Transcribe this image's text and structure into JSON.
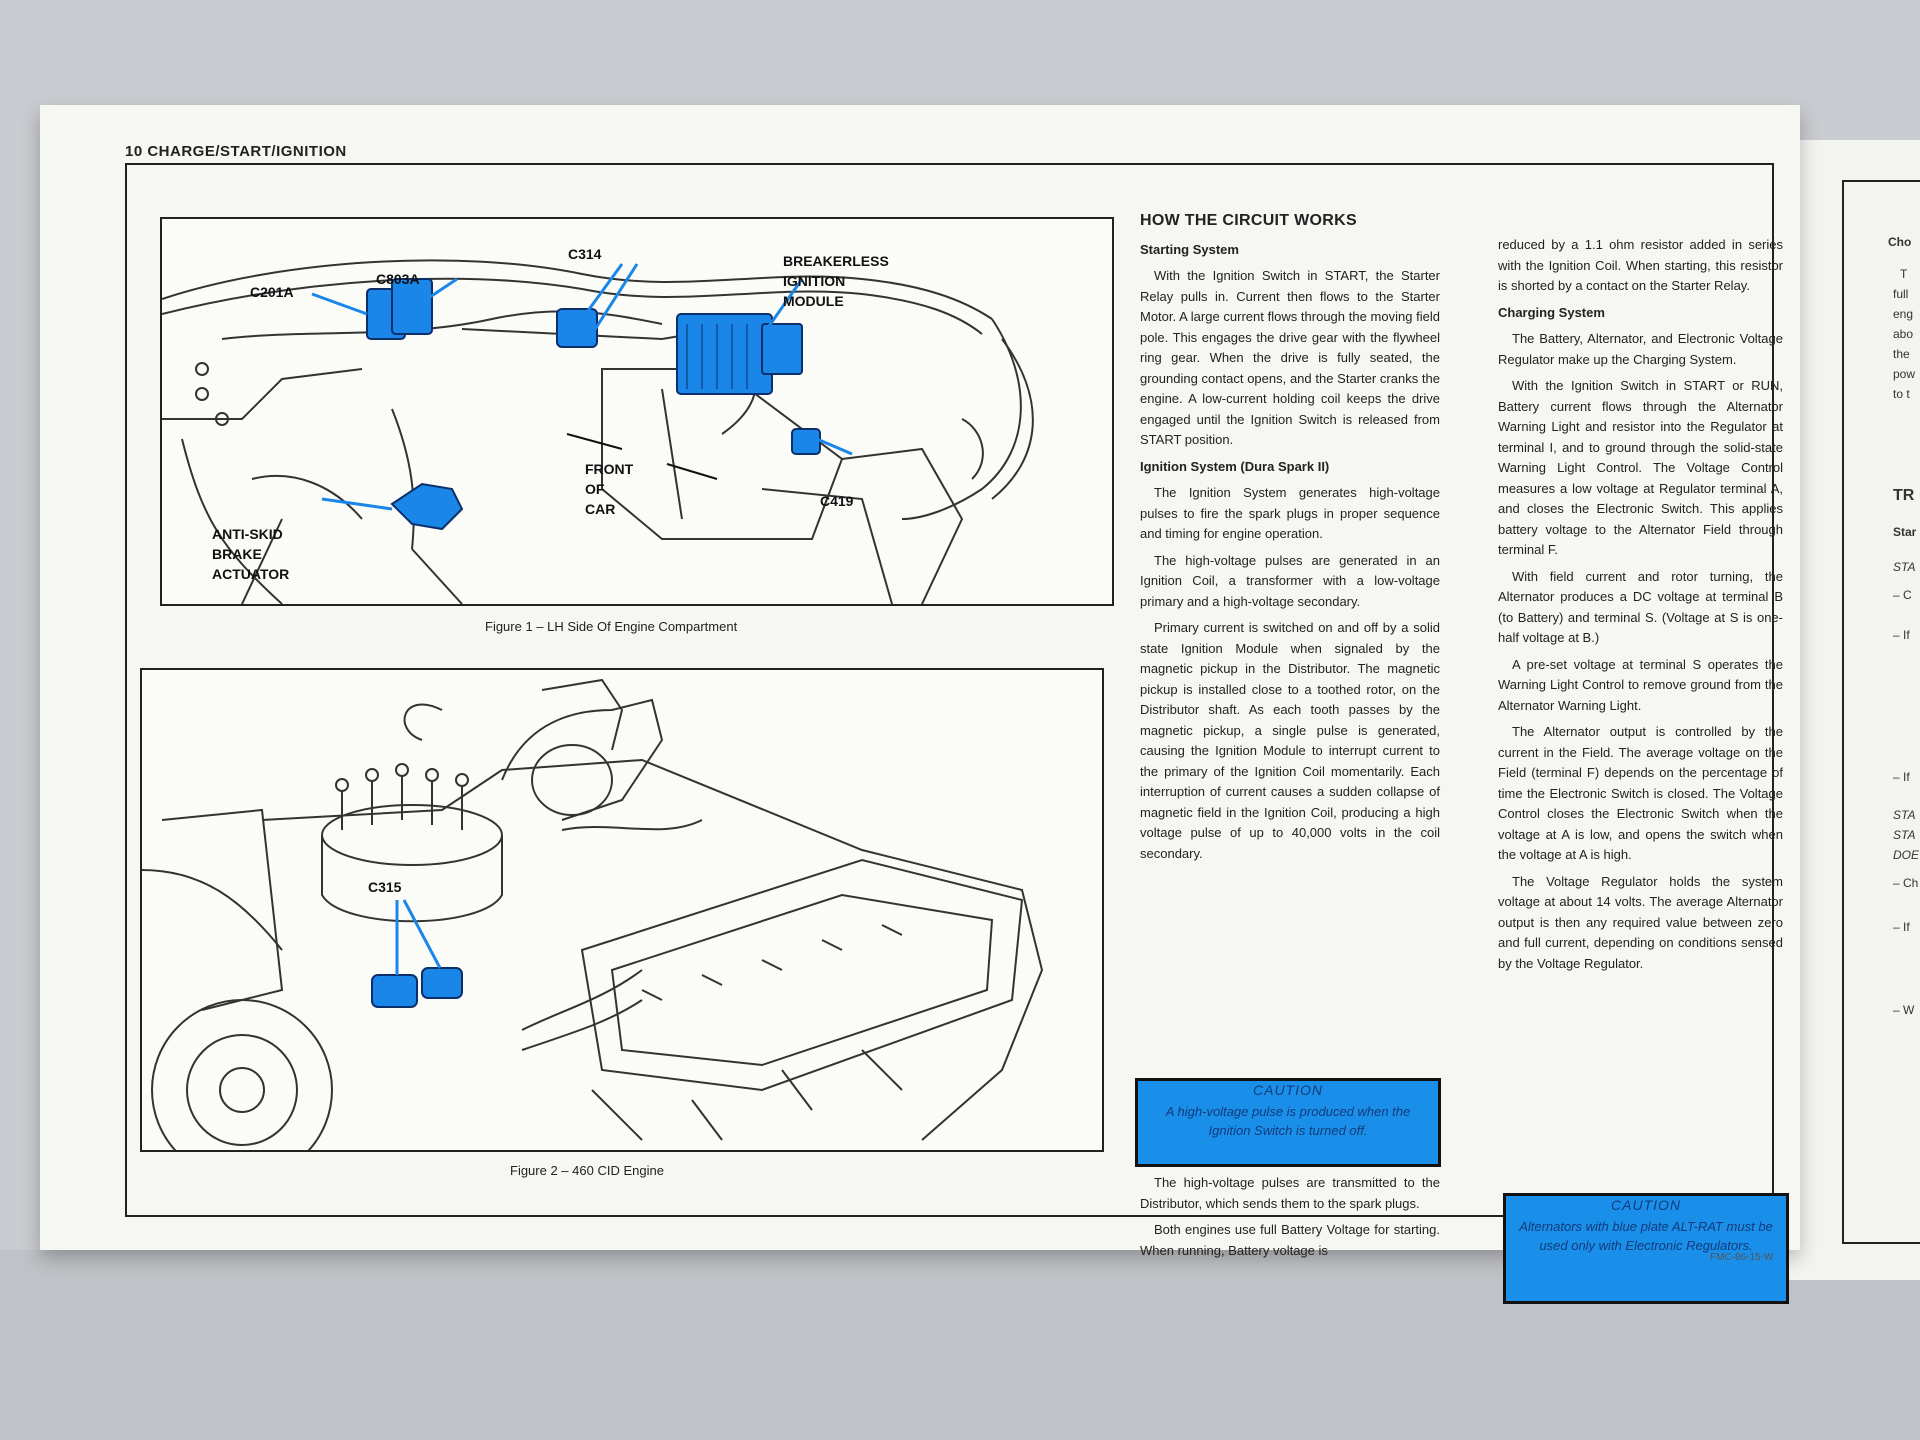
{
  "header": "10  CHARGE/START/IGNITION",
  "figure1": {
    "caption": "Figure 1 – LH Side Of Engine Compartment",
    "labels": {
      "c201a": "C201A",
      "c803a": "C803A",
      "c314": "C314",
      "breakerless": "BREAKERLESS",
      "ignition": "IGNITION",
      "module": "MODULE",
      "front": "FRONT",
      "of": "OF",
      "car": "CAR",
      "c419": "C419",
      "antiskid": "ANTI-SKID",
      "brake": "BRAKE",
      "actuator": "ACTUATOR"
    }
  },
  "figure2": {
    "caption": "Figure 2 – 460 CID Engine",
    "labels": {
      "c315": "C315"
    }
  },
  "col1": {
    "title": "HOW THE CIRCUIT WORKS",
    "h_starting": "Starting System",
    "p1": "With the Ignition Switch in START, the Starter Relay pulls in. Current then flows to the Starter Motor. A large current flows through the moving field pole. This engages the drive gear with the flywheel ring gear. When the drive is fully seated, the grounding contact opens, and the Starter cranks the engine. A low-current holding coil keeps the drive engaged until the Ignition Switch is released from START position.",
    "h_ignition": "Ignition System (Dura Spark II)",
    "p2": "The Ignition System generates high-voltage pulses to fire the spark plugs in proper sequence and timing for engine operation.",
    "p3": "The high-voltage pulses are generated in an Ignition Coil, a transformer with a low-voltage primary and a high-voltage secondary.",
    "p4": "Primary current is switched on and off by a solid state Ignition Module when signaled by the magnetic pickup in the Distributor. The magnetic pickup is installed close to a toothed rotor, on the Distributor shaft. As each tooth passes by the magnetic pickup, a single pulse is generated, causing the Ignition Module to interrupt current to the primary of the Ignition Coil momentarily. Each interruption of current causes a sudden collapse of magnetic field in the Ignition Coil, producing a high voltage pulse of up to 40,000 volts in the coil secondary.",
    "caution_title": "CAUTION",
    "caution_text": "A high-voltage pulse is produced when the Ignition Switch is turned off.",
    "p5": "The high-voltage pulses are transmitted to the Distributor, which sends them to the spark plugs.",
    "p6": "Both engines use full Battery Voltage for starting. When running, Battery voltage is"
  },
  "col2": {
    "p0": "reduced by a 1.1 ohm resistor added in series with the Ignition Coil. When starting, this resistor is shorted by a contact on the Starter Relay.",
    "h_charging": "Charging System",
    "p1": "The Battery, Alternator, and Electronic Voltage Regulator make up the Charging System.",
    "p2": "With the Ignition Switch in START or RUN, Battery current flows through the Alternator Warning Light and resistor into the Regulator at terminal I, and to ground through the solid-state Warning Light Control. The Voltage Control measures a low voltage at Regulator terminal A, and closes the Electronic Switch. This applies battery voltage to the Alternator Field through terminal F.",
    "p3": "With field current and rotor turning, the Alternator produces a DC voltage at terminal B (to Battery) and terminal S. (Voltage at S is one-half voltage at B.)",
    "p4": "A pre-set voltage at terminal S operates the Warning Light Control to remove ground from the Alternator Warning Light.",
    "p5": "The Alternator output is controlled by the current in the Field. The average voltage on the Field (terminal F) depends on the percentage of time the Electronic Switch is closed. The Voltage Control closes the Electronic Switch when the voltage at A is low, and opens the switch when the voltage at A is high.",
    "p6": "The Voltage Regulator holds the system voltage at about 14 volts. The average Alternator output is then any required value between zero and full current, depending on conditions sensed by the Voltage Regulator.",
    "caution_title": "CAUTION",
    "caution_text": "Alternators with blue plate ALT-RAT must be used only with Electronic Regulators."
  },
  "next_page": {
    "lines": [
      "Cho",
      "T",
      "full",
      "eng",
      "abo",
      "the",
      "pow",
      "to t",
      "TR",
      "Star",
      "STA",
      "– C",
      "– If",
      "– If",
      "STA",
      "STA",
      "DOE",
      "– Ch",
      "– If",
      "– W"
    ]
  },
  "footer_code": "FMC-86-15-W",
  "colors": {
    "highlight": "#1a8fea",
    "ink": "#222222",
    "paper": "#f6f6f3"
  }
}
